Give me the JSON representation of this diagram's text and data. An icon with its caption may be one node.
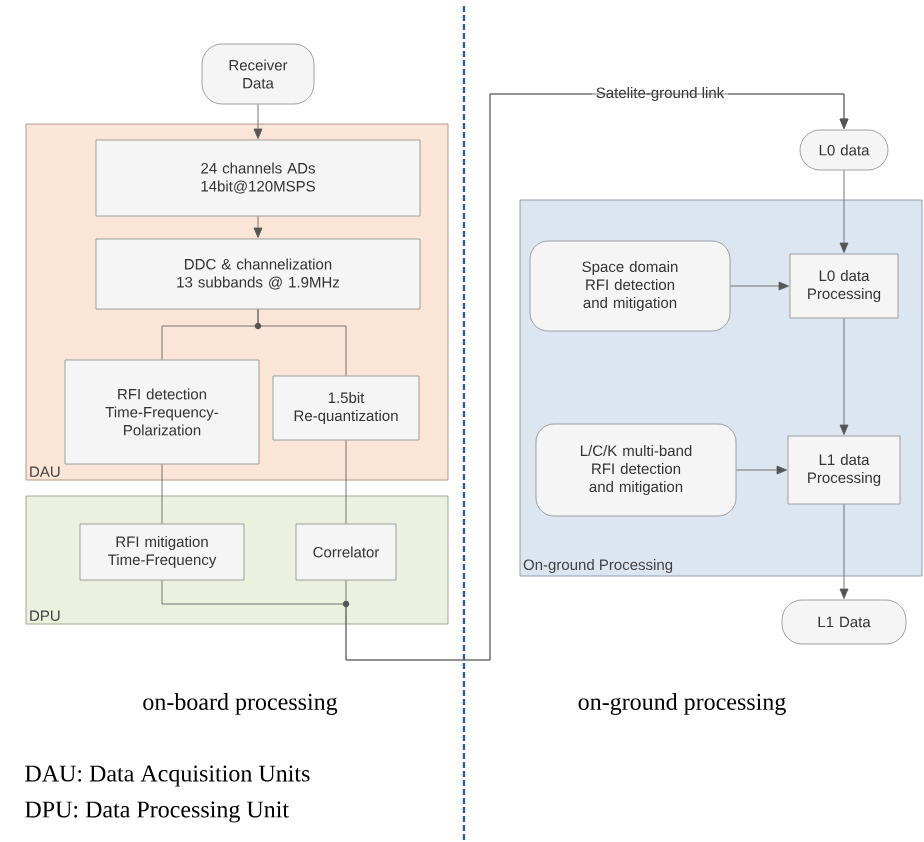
{
  "diagram": {
    "nodes": [
      {
        "text": [
          "Receiver Data"
        ]
      },
      {
        "text": [
          "DAU"
        ]
      },
      {
        "text": [
          "24 channels ADs 14bit@120MSPS"
        ],
        "in": 1
      },
      {
        "text": [
          "DDC & channelization 13 subbands @ 1.9MHz"
        ],
        "in": 1
      },
      {
        "text": [
          "RFI detection Time-Frequency-Polarization"
        ],
        "in": 1
      },
      {
        "text": [
          "1.5bit Re-quantization"
        ],
        "in": 1
      },
      {
        "text": [
          "DPU"
        ]
      },
      {
        "text": [
          "RFI mitigation Time-Frequency"
        ],
        "in": 6
      },
      {
        "text": [
          "Correlator"
        ],
        "in": 6
      },
      {
        "text": [
          "L0 data"
        ]
      },
      {
        "text": [
          "On-ground Processing"
        ]
      },
      {
        "text": [
          "Space domain RFI detection and mitigation"
        ],
        "in": 10
      },
      {
        "text": [
          "L0 data Processing"
        ],
        "in": 10
      },
      {
        "text": [
          "L/C/K multi-band RFI detection and mitigation"
        ],
        "in": 10
      },
      {
        "text": [
          "L1 data Processing"
        ],
        "in": 10
      },
      {
        "text": [
          "L1 Data"
        ]
      }
    ],
    "edges": [
      {
        "from": 0,
        "to": 2,
        "arrow": "to"
      },
      {
        "from": 2,
        "to": 3,
        "arrow": "to"
      },
      {
        "from": 3,
        "to": 4,
        "arrow": "none"
      },
      {
        "from": 3,
        "to": 5,
        "arrow": "none"
      },
      {
        "from": 4,
        "to": 7,
        "arrow": "none"
      },
      {
        "from": 5,
        "to": 8,
        "arrow": "none"
      },
      {
        "from": 7,
        "to": 9,
        "arrow": "to",
        "label": "Satelite-ground link"
      },
      {
        "from": 8,
        "to": 9,
        "arrow": "to"
      },
      {
        "from": 9,
        "to": 12,
        "arrow": "to"
      },
      {
        "from": 11,
        "to": 12,
        "arrow": "to"
      },
      {
        "from": 12,
        "to": 14,
        "arrow": "to"
      },
      {
        "from": 13,
        "to": 14,
        "arrow": "to"
      },
      {
        "from": 14,
        "to": 15,
        "arrow": "to"
      }
    ],
    "labels": [
      "on-board processing",
      "on-ground processing",
      "DAU: Data Acquisition Units",
      "DPU: Data Processing Unit"
    ]
  }
}
